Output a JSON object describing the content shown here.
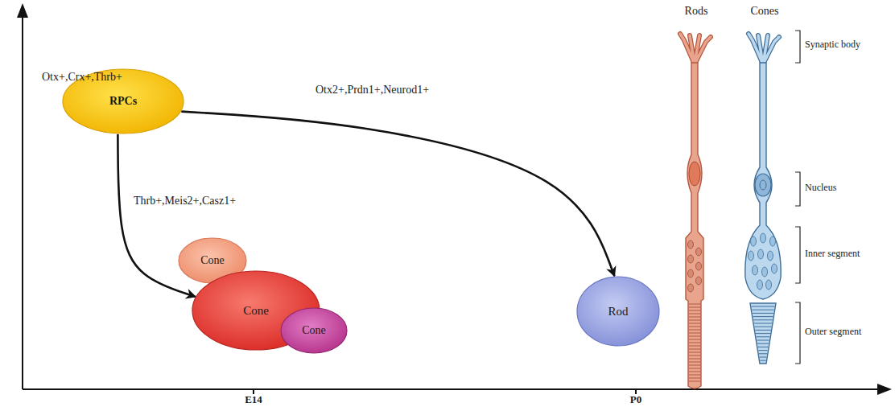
{
  "diagram": {
    "nodes": [
      {
        "text": [
          "RPCs"
        ]
      },
      {
        "text": [
          "Cone"
        ]
      },
      {
        "text": [
          "Cone"
        ]
      },
      {
        "text": [
          "Cone"
        ]
      },
      {
        "text": [
          "Rod"
        ]
      }
    ],
    "edges": [
      {
        "from": 0,
        "to": 2,
        "arrow": "to",
        "label": "Thrb+,Meis2+,Casz1+"
      },
      {
        "from": 0,
        "to": 4,
        "arrow": "to",
        "label": "Otx2+,Prdn1+,Neurod1+"
      }
    ],
    "labels": [
      "Otx+,Crx+,Thrb+",
      "E14",
      "P0",
      "Rods",
      "Cones",
      "Synaptic body",
      "Nucleus",
      "Inner segment",
      "Outer segment"
    ]
  }
}
